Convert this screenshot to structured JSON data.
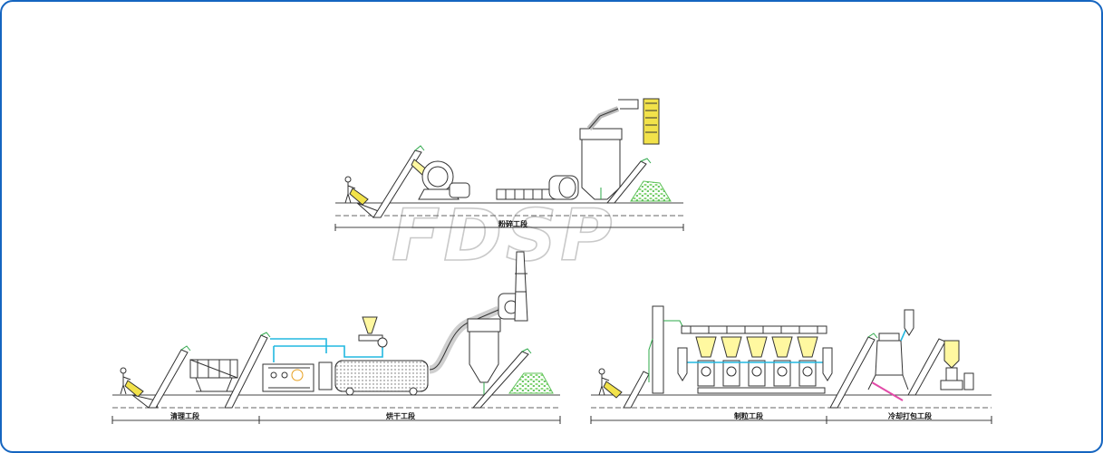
{
  "watermark": "FDSP",
  "sections": {
    "crushing": "粉碎工段",
    "cleaning": "清理工段",
    "drying": "烘干工段",
    "pelletizing": "制粒工段",
    "cooling_packing": "冷却打包工段"
  },
  "colors": {
    "frame": "#1565c0",
    "pipe_cyan": "#22b8e0",
    "wire_green": "#2ea84a",
    "hopper_yellow": "#fff8a0",
    "pellet_green": "#9fe28a",
    "material_yellow": "#f2e24a",
    "outline": "#333333"
  }
}
